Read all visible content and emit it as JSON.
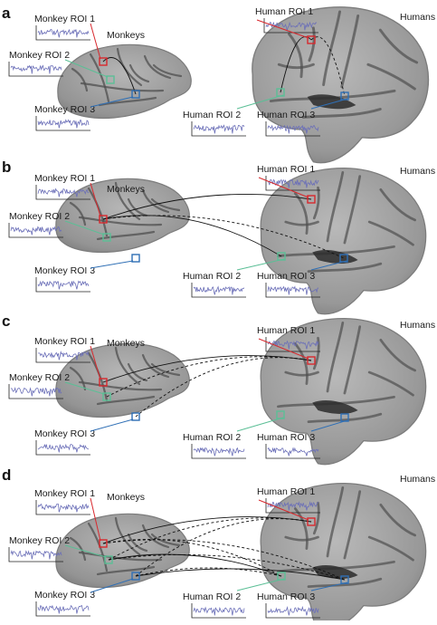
{
  "figure": {
    "colors": {
      "roi1": "#d8282d",
      "roi2": "#5bbf96",
      "roi3": "#2f6fb5",
      "trace": "#6b6fb8",
      "brain_fill": "#a3a3a3",
      "brain_shade": "#7c7c7c",
      "sulcus": "#4f4f4f"
    },
    "panels": [
      {
        "letter": "a",
        "monkey_label": "Monkeys",
        "human_label": "Humans",
        "monkey_rois": [
          "Monkey ROI 1",
          "Monkey ROI 2",
          "Monkey ROI 3"
        ],
        "human_rois": [
          "Human ROI 1",
          "Human ROI 2",
          "Human ROI 3"
        ]
      },
      {
        "letter": "b",
        "monkey_label": "Monkeys",
        "human_label": "Humans",
        "monkey_rois": [
          "Monkey ROI 1",
          "Monkey ROI 2",
          "Monkey ROI 3"
        ],
        "human_rois": [
          "Human ROI 1",
          "Human ROI 2",
          "Human ROI 3"
        ]
      },
      {
        "letter": "c",
        "monkey_label": "Monkeys",
        "human_label": "Humans",
        "monkey_rois": [
          "Monkey ROI 1",
          "Monkey ROI 2",
          "Monkey ROI 3"
        ],
        "human_rois": [
          "Human ROI 1",
          "Human ROI 2",
          "Human ROI 3"
        ]
      },
      {
        "letter": "d",
        "monkey_label": "Monkeys",
        "human_label": "Humans",
        "monkey_rois": [
          "Monkey ROI 1",
          "Monkey ROI 2",
          "Monkey ROI 3"
        ],
        "human_rois": [
          "Human ROI 1",
          "Human ROI 2",
          "Human ROI 3"
        ]
      }
    ]
  }
}
